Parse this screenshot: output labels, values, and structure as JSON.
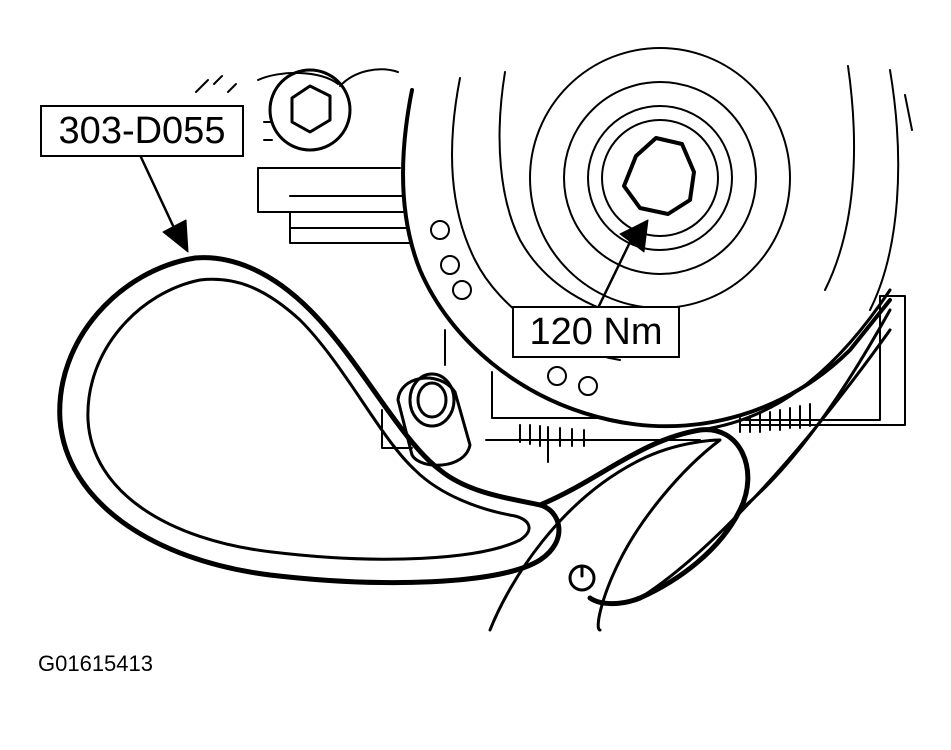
{
  "callouts": {
    "tool_number": "303-D055",
    "torque_spec": "120 Nm"
  },
  "figure_id": "G01615413",
  "colors": {
    "line": "#000000",
    "fill": "#ffffff"
  }
}
